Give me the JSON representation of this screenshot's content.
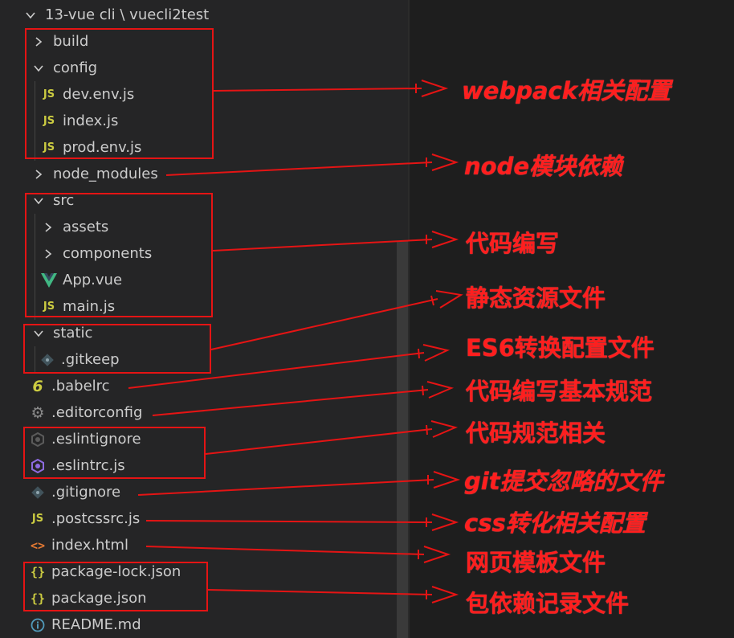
{
  "explorer": {
    "root_label": "13-vue cli \\ vuecli2test",
    "items": [
      {
        "label": "build",
        "kind": "folder",
        "expanded": false
      },
      {
        "label": "config",
        "kind": "folder",
        "expanded": true
      },
      {
        "label": "dev.env.js",
        "kind": "js"
      },
      {
        "label": "index.js",
        "kind": "js"
      },
      {
        "label": "prod.env.js",
        "kind": "js"
      },
      {
        "label": "node_modules",
        "kind": "folder",
        "expanded": false
      },
      {
        "label": "src",
        "kind": "folder",
        "expanded": true
      },
      {
        "label": "assets",
        "kind": "folder",
        "expanded": false
      },
      {
        "label": "components",
        "kind": "folder",
        "expanded": false
      },
      {
        "label": "App.vue",
        "kind": "vue"
      },
      {
        "label": "main.js",
        "kind": "js"
      },
      {
        "label": "static",
        "kind": "folder",
        "expanded": true
      },
      {
        "label": ".gitkeep",
        "kind": "git"
      },
      {
        "label": ".babelrc",
        "kind": "babel"
      },
      {
        "label": ".editorconfig",
        "kind": "gear"
      },
      {
        "label": ".eslintignore",
        "kind": "eslintignore"
      },
      {
        "label": ".eslintrc.js",
        "kind": "eslint"
      },
      {
        "label": ".gitignore",
        "kind": "git"
      },
      {
        "label": ".postcssrc.js",
        "kind": "js"
      },
      {
        "label": "index.html",
        "kind": "html"
      },
      {
        "label": "package-lock.json",
        "kind": "json"
      },
      {
        "label": "package.json",
        "kind": "json"
      },
      {
        "label": "README.md",
        "kind": "info"
      }
    ]
  },
  "annotations": {
    "webpack": "webpack相关配置",
    "node": "node模块依赖",
    "src": "代码编写",
    "static": "静态资源文件",
    "babel": "ES6转换配置文件",
    "editorconfig": "代码编写基本规范",
    "eslint": "代码规范相关",
    "gitignore": "git提交忽略的文件",
    "postcss": "css转化相关配置",
    "html": "网页模板文件",
    "package": "包依赖记录文件"
  },
  "colors": {
    "annotation_red": "#ff1e1e",
    "box_red": "#e51414",
    "js_yellow": "#cbcb41",
    "vue_green": "#41b883",
    "html_orange": "#e37933",
    "eslint_purple": "#8d6be0",
    "info_blue": "#519aba"
  }
}
